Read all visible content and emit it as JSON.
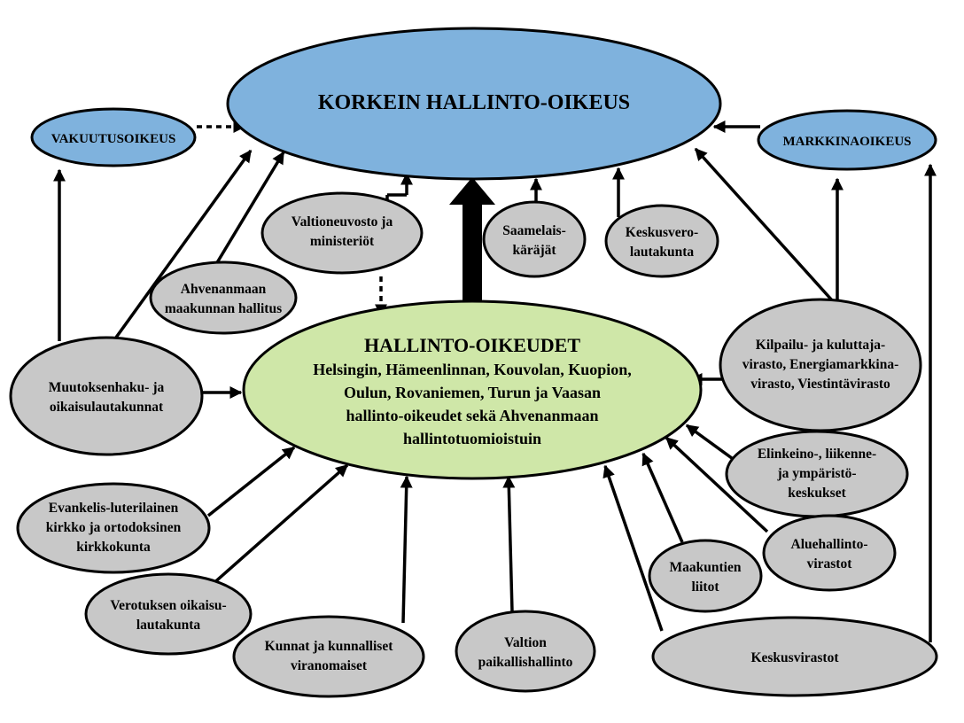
{
  "colors": {
    "supreme": "#7fb2dd",
    "courts": "#cfe7a8",
    "nodes": "#c8c8c8",
    "side_courts": "#7fb2dd",
    "stroke": "#000000"
  },
  "nodes": {
    "supreme": {
      "lines": [
        "KORKEIN HALLINTO-OIKEUS"
      ]
    },
    "vakuutus": {
      "lines": [
        "VAKUUTUSOIKEUS"
      ]
    },
    "markkina": {
      "lines": [
        "MARKKINAOIKEUS"
      ]
    },
    "hallinto": {
      "lines": [
        "HALLINTO-OIKEUDET",
        "Helsingin, Hämeenlinnan, Kouvolan, Kuopion,",
        "Oulun, Rovaniemen, Turun ja Vaasan",
        "hallinto-oikeudet sekä Ahvenanmaan",
        "hallintotuomioistuin"
      ]
    },
    "valtioneuvosto": {
      "lines": [
        "Valtioneuvosto ja",
        "ministeriöt"
      ]
    },
    "saamelais": {
      "lines": [
        "Saamelais-",
        "käräjät"
      ]
    },
    "keskusvero": {
      "lines": [
        "Keskusvero-",
        "lautakunta"
      ]
    },
    "ahvenanmaa": {
      "lines": [
        "Ahvenanmaan",
        "maakunnan hallitus"
      ]
    },
    "muutoksenhaku": {
      "lines": [
        "Muutoksenhaku- ja",
        "oikaisulautakunnat"
      ]
    },
    "kilpailu": {
      "lines": [
        "Kilpailu- ja kuluttaja-",
        "virasto,  Energiamarkkina-",
        "virasto, Viestintävirasto"
      ]
    },
    "elinkeino": {
      "lines": [
        "Elinkeino-, liikenne-",
        "ja ympäristö-",
        "keskukset"
      ]
    },
    "evankelis": {
      "lines": [
        "Evankelis-luterilainen",
        "kirkko ja ortodoksinen",
        "kirkkokunta"
      ]
    },
    "aluehallinto": {
      "lines": [
        "Aluehallinto-",
        "virastot"
      ]
    },
    "maakuntien": {
      "lines": [
        "Maakuntien",
        "liitot"
      ]
    },
    "verotuksen": {
      "lines": [
        "Verotuksen oikaisu-",
        "lautakunta"
      ]
    },
    "kunnat": {
      "lines": [
        "Kunnat ja kunnalliset",
        "viranomaiset"
      ]
    },
    "valtion": {
      "lines": [
        "Valtion",
        "paikallishallinto"
      ]
    },
    "keskusvirastot": {
      "lines": [
        "Keskusvirastot"
      ]
    }
  }
}
